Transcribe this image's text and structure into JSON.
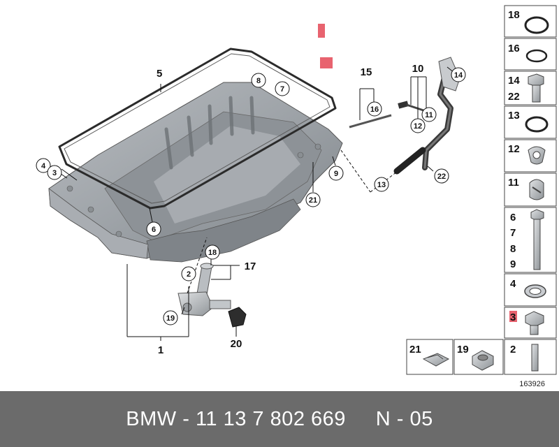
{
  "diagram": {
    "callouts": {
      "c1": "1",
      "c2": "2",
      "c3": "3",
      "c4": "4",
      "c5": "5",
      "c6": "6",
      "c7": "7",
      "c8": "8",
      "c9": "9",
      "c10": "10",
      "c11": "11",
      "c12": "12",
      "c13": "13",
      "c14": "14",
      "c15": "15",
      "c16": "16",
      "c17": "17",
      "c18": "18",
      "c19": "19",
      "c20": "20",
      "c21": "21",
      "c22": "22"
    },
    "highlight_color": "#e8636f"
  },
  "parts_panel": [
    {
      "id": "18",
      "labels": [
        "18"
      ],
      "icon": "large-o-ring-icon"
    },
    {
      "id": "16",
      "labels": [
        "16"
      ],
      "icon": "small-o-ring-icon"
    },
    {
      "id": "14-22",
      "labels": [
        "14",
        "22"
      ],
      "icon": "hex-bolt-icon"
    },
    {
      "id": "13",
      "labels": [
        "13"
      ],
      "icon": "o-ring-icon"
    },
    {
      "id": "12",
      "labels": [
        "12"
      ],
      "icon": "clip-icon"
    },
    {
      "id": "11",
      "labels": [
        "11"
      ],
      "icon": "clamp-icon"
    },
    {
      "id": "6-9",
      "labels": [
        "6",
        "7",
        "8",
        "9"
      ],
      "icon": "long-bolt-icon"
    },
    {
      "id": "4",
      "labels": [
        "4"
      ],
      "icon": "washer-icon"
    },
    {
      "id": "3",
      "labels": [
        "3"
      ],
      "icon": "drain-plug-icon",
      "highlight": true
    },
    {
      "id": "2",
      "labels": [
        "2"
      ],
      "icon": "stud-icon"
    },
    {
      "id": "19",
      "labels": [
        "19"
      ],
      "icon": "hex-nut-icon"
    },
    {
      "id": "21",
      "labels": [
        "21"
      ],
      "icon": "spring-nut-icon"
    }
  ],
  "reference_number": "163926",
  "footer": {
    "brand": "BMW",
    "sep1": " - ",
    "part_number": "11 13 7 802 669",
    "gap": "     ",
    "code": "N - 05"
  }
}
